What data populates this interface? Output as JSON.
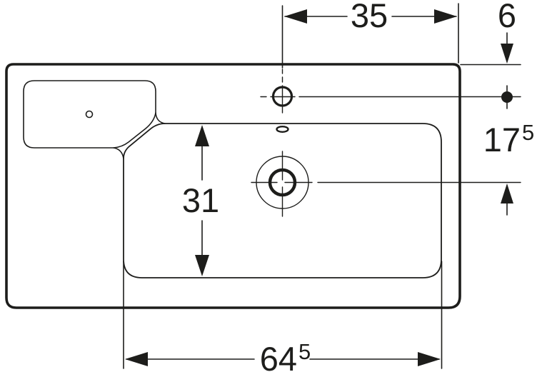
{
  "drawing": {
    "subject": "washbasin-plan-view-technical-drawing",
    "line_color": "#1d1d1b",
    "background_color": "#ffffff"
  },
  "dimensions": {
    "faucet_to_right_edge": {
      "value": "35"
    },
    "front_edge_to_faucet": {
      "value": "6"
    },
    "faucet_to_drain": {
      "value": "17",
      "sup": "5"
    },
    "basin_depth": {
      "value": "31"
    },
    "basin_width": {
      "value": "64",
      "sup": "5"
    }
  }
}
